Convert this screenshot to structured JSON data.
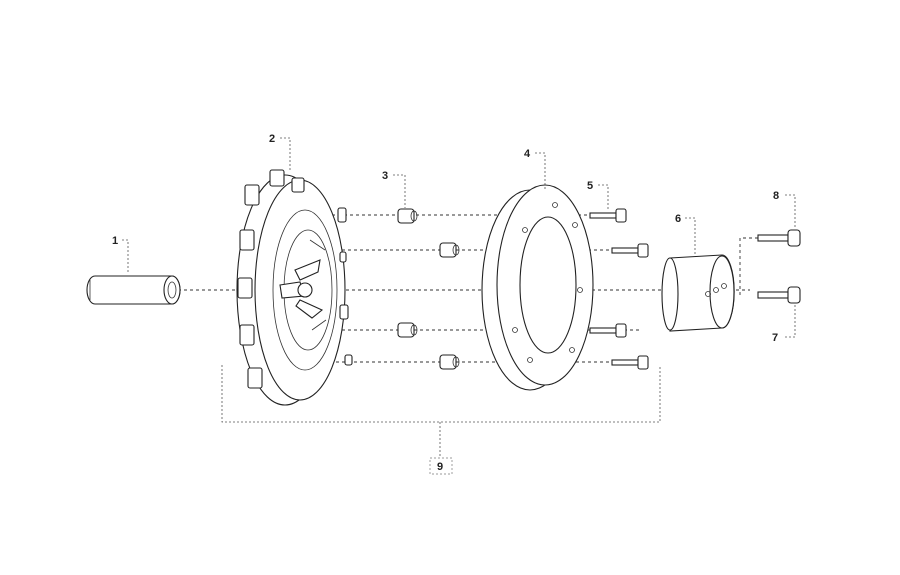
{
  "diagram": {
    "callouts": {
      "c1": "1",
      "c2": "2",
      "c3": "3",
      "c4": "4",
      "c5": "5",
      "c6": "6",
      "c7": "7",
      "c8": "8",
      "c9": "9"
    },
    "line_color": "#222222",
    "background": "#ffffff"
  }
}
